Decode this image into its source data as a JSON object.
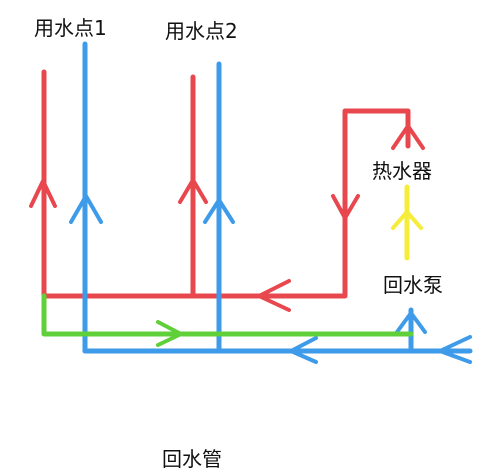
{
  "labels": {
    "point1": "用水点1",
    "point2": "用水点2",
    "heater": "热水器",
    "return_pump": "回水泵",
    "return_pipe": "回水管"
  },
  "colors": {
    "hot_water": "#e8474e",
    "cold_water": "#3d9be9",
    "return_loop": "#5fcf3a",
    "heater_link": "#f6ec3a"
  }
}
